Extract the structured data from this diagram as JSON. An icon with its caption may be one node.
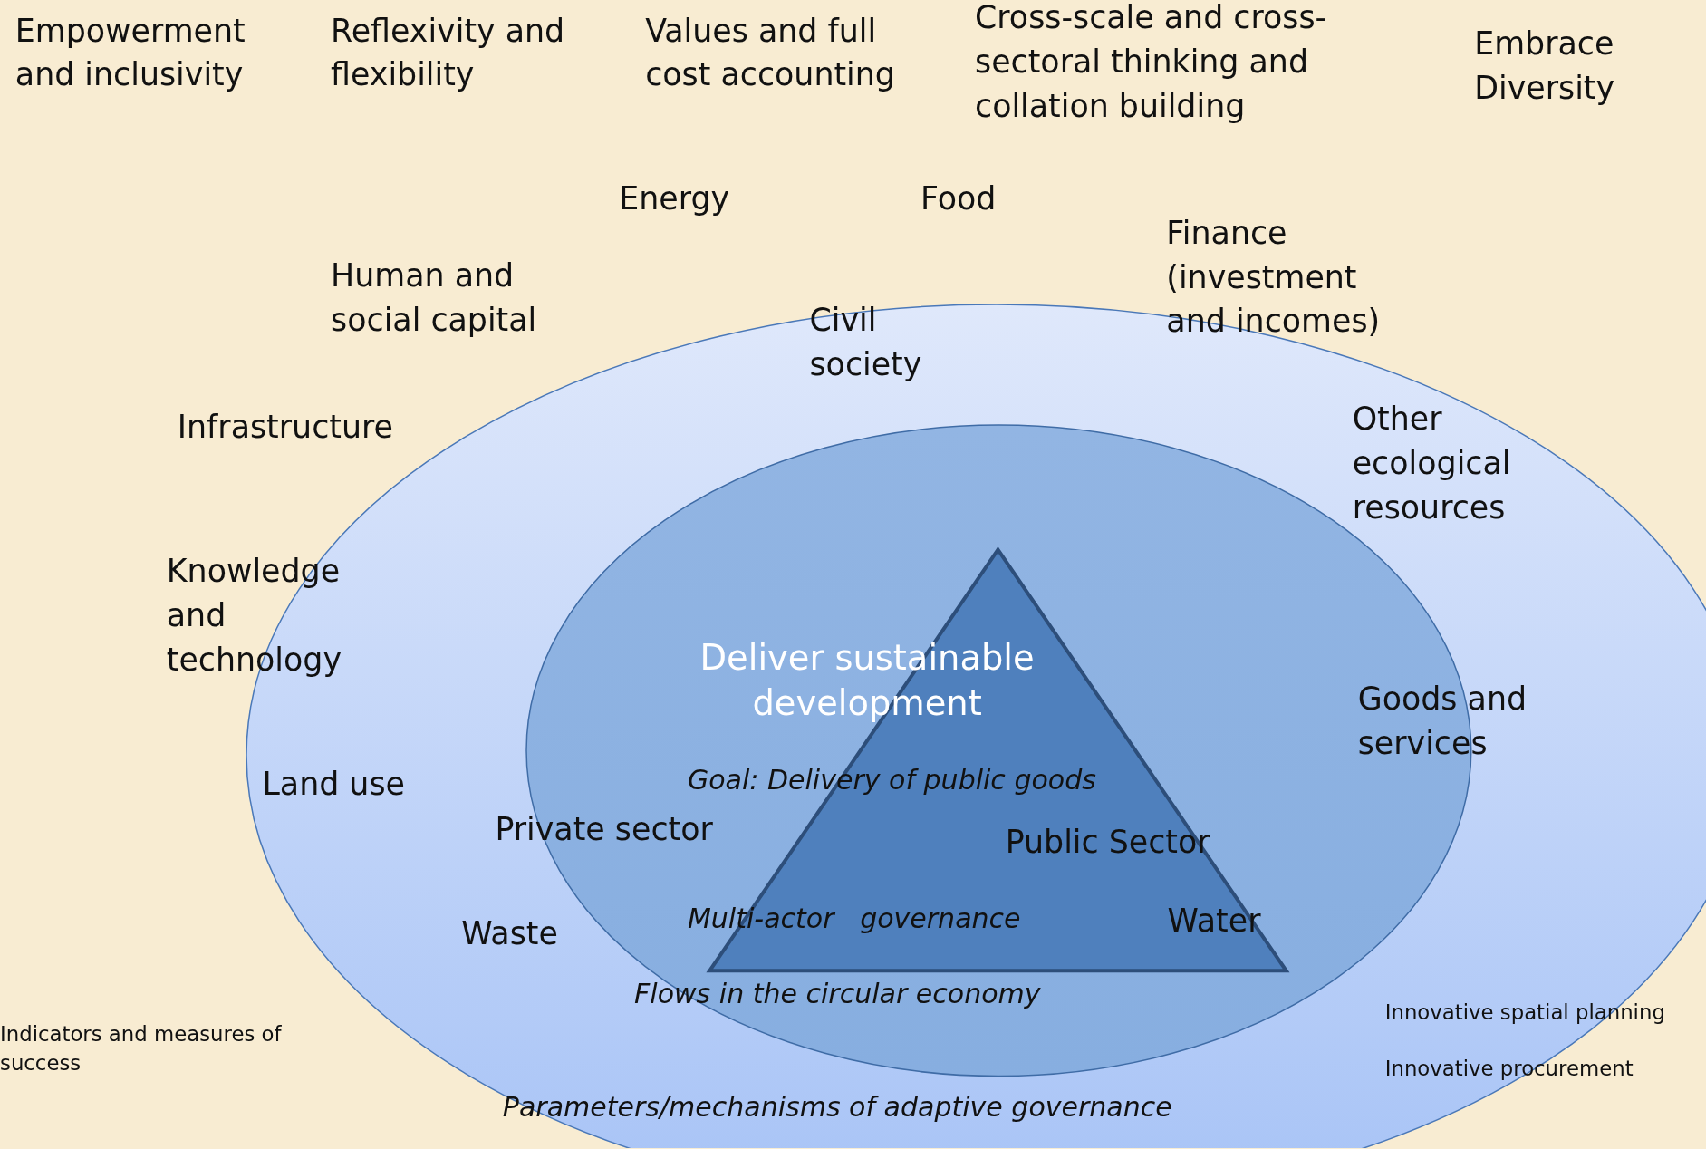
{
  "diagram": {
    "nodes": [
      {
        "text": [
          "Parameters/mechanisms of adaptive governance"
        ]
      },
      {
        "text": [
          "Flows in the circular economy"
        ],
        "in": 0
      },
      {
        "text": [
          "Deliver sustainable development",
          "Goal: Delivery of public goods",
          "Multi-actor   governance"
        ],
        "in": 1
      }
    ],
    "edges": [],
    "labels": [
      "Empowerment and inclusivity",
      "Reflexivity and flexibility",
      "Values and full cost accounting",
      "Cross-scale and cross-sectoral thinking and collation building",
      "Embrace Diversity",
      "Energy",
      "Food",
      "Finance (investment and incomes)",
      "Human and social capital",
      "Civil society",
      "Infrastructure",
      "Other ecological resources",
      "Knowledge and technology",
      "Goods and services",
      "Land use",
      "Private sector",
      "Public Sector",
      "Waste",
      "Water",
      "Indicators and measures of success",
      "Innovative spatial planning",
      "Innovative procurement"
    ]
  }
}
